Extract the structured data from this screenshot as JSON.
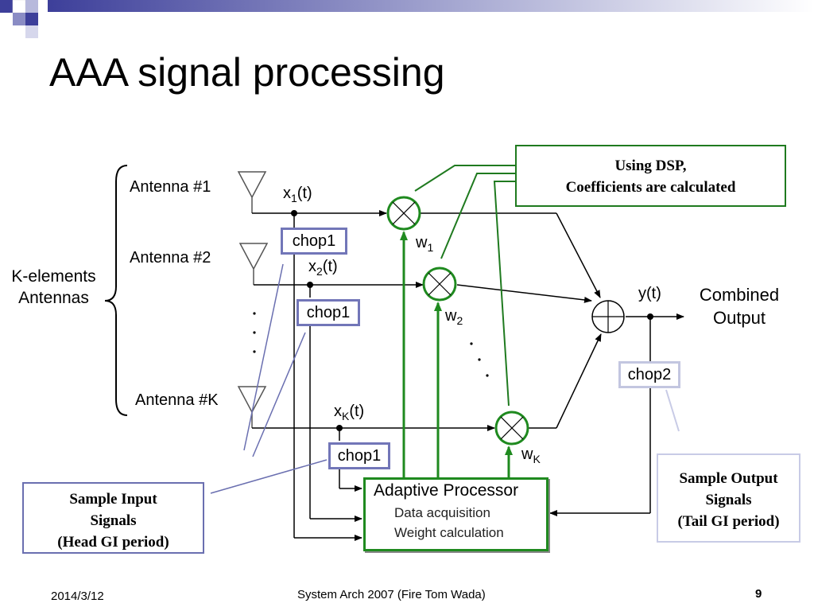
{
  "title": "AAA signal processing",
  "antennas": [
    "Antenna #1",
    "Antenna #2",
    "Antenna #K"
  ],
  "ellipsis": ".\n.\n.",
  "group_label": [
    "K-elements",
    "Antennas"
  ],
  "signals": {
    "x1": {
      "main": "x",
      "sub": "1",
      "tail": "(t)"
    },
    "x2": {
      "main": "x",
      "sub": "2",
      "tail": "(t)"
    },
    "xK": {
      "main": "x",
      "sub": "K",
      "tail": "(t)"
    },
    "y": "y(t)"
  },
  "weights": {
    "w1": {
      "main": "w",
      "sub": "1"
    },
    "w2": {
      "main": "w",
      "sub": "2"
    },
    "wK": {
      "main": "w",
      "sub": "K"
    }
  },
  "chop_labels": {
    "chop1": "chop1",
    "chop2": "chop2"
  },
  "combined_output": [
    "Combined",
    "Output"
  ],
  "dsp_note": [
    "Using DSP,",
    "Coefficients are calculated"
  ],
  "input_note": [
    "Sample Input",
    "Signals",
    "(Head GI period)"
  ],
  "output_note": [
    "Sample Output",
    "Signals",
    "(Tail GI period)"
  ],
  "adaptive_processor": {
    "title": "Adaptive Processor",
    "lines": [
      "Data acquisition",
      "Weight calculation"
    ]
  },
  "footer": {
    "date": "2014/3/12",
    "center": "System Arch 2007  (Fire Tom Wada)",
    "page": "9"
  },
  "colors": {
    "green": "#1f7a1f",
    "blue": "#6a6fb0",
    "light_blue": "#c8cbe6",
    "line": "#000000"
  }
}
